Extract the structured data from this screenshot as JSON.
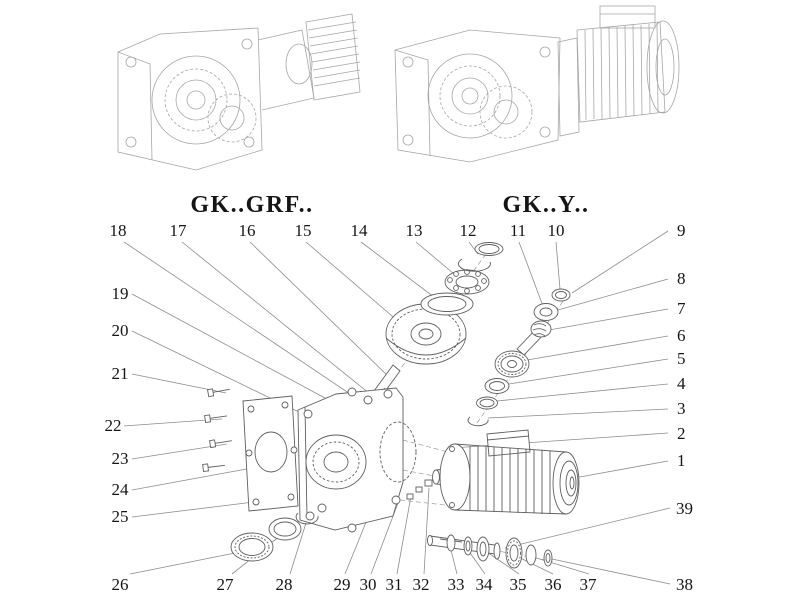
{
  "figure": {
    "variant_labels": {
      "left": "GK..GRF..",
      "right": "GK..Y.."
    },
    "part_numbers": {
      "top": [
        "18",
        "17",
        "16",
        "15",
        "14",
        "13",
        "12",
        "11",
        "10"
      ],
      "right": [
        "9",
        "8",
        "7",
        "6",
        "5",
        "4",
        "3",
        "2",
        "1",
        "39",
        "38"
      ],
      "left": [
        "19",
        "20",
        "21",
        "22",
        "23",
        "24",
        "25"
      ],
      "bottom": [
        "26",
        "27",
        "28",
        "29",
        "30",
        "31",
        "32",
        "33",
        "34",
        "35",
        "36",
        "37"
      ]
    },
    "colors": {
      "ghost_drawing_stroke": "#a6a6a6",
      "part_stroke": "#5f5f5f",
      "leader_line": "#8c8c8c",
      "label_text": "#151515"
    }
  }
}
